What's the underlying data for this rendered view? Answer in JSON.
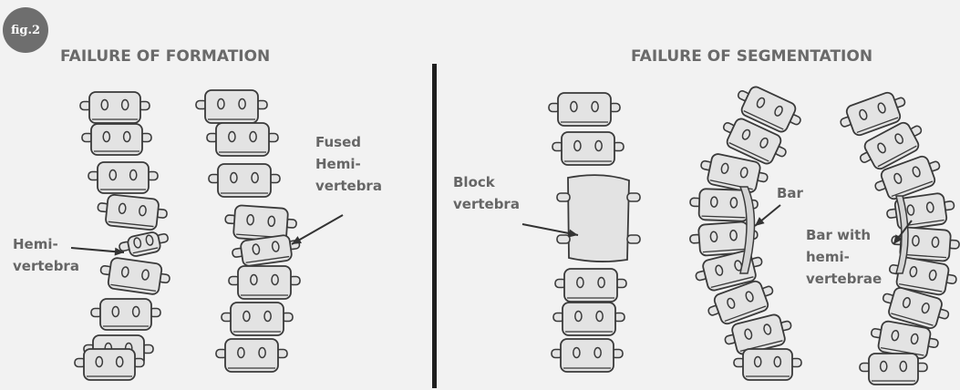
{
  "badge": "fig.2",
  "headings": {
    "formation": "FAILURE OF FORMATION",
    "segmentation": "FAILURE OF SEGMENTATION"
  },
  "labels": {
    "hemivertebra": [
      "Hemi-",
      "vertebra"
    ],
    "fused_hemivertebra": [
      "Fused",
      "Hemi-",
      "vertebra"
    ],
    "block_vertebra": [
      "Block",
      "vertebra"
    ],
    "bar": "Bar",
    "bar_with_hemivertebrae": [
      "Bar with",
      "hemi-",
      "vertebrae"
    ]
  },
  "colors": {
    "fill": "#e3e3e3",
    "stroke": "#3a3a3a",
    "arrow": "#333333",
    "text": "#666666",
    "background": "#f2f2f2"
  }
}
